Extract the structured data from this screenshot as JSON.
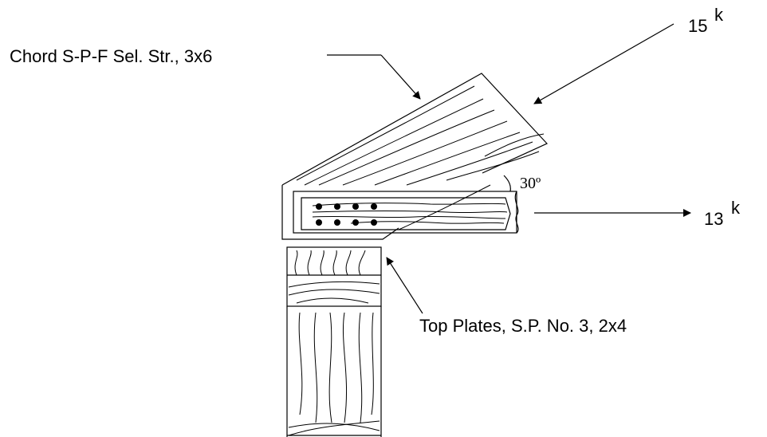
{
  "labels": {
    "chord": "Chord S-P-F Sel. Str., 3x6",
    "top_plates": "Top Plates, S.P. No. 3, 2x4",
    "angle": "30º"
  },
  "forces": {
    "diagonal": {
      "value": "15",
      "unit": "k"
    },
    "horizontal": {
      "value": "13",
      "unit": "k"
    }
  },
  "colors": {
    "ink": "#000000",
    "background": "#ffffff"
  },
  "fasteners": {
    "rows": 2,
    "per_row": 4
  }
}
